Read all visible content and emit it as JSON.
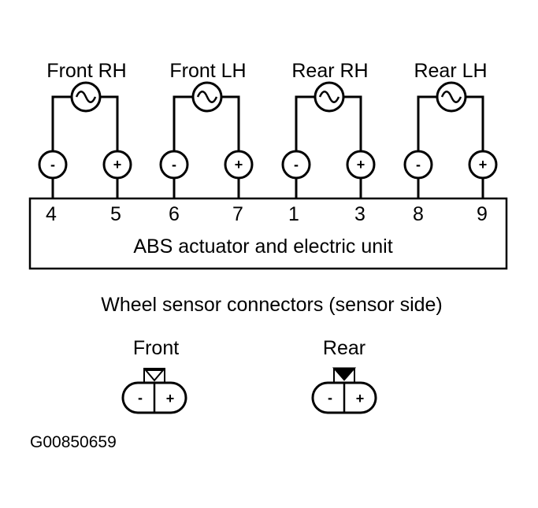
{
  "sensors": [
    {
      "label": "Front RH",
      "minus": "-",
      "plus": "+",
      "pin_minus": "4",
      "pin_plus": "5"
    },
    {
      "label": "Front LH",
      "minus": "-",
      "plus": "+",
      "pin_minus": "6",
      "pin_plus": "7"
    },
    {
      "label": "Rear RH",
      "minus": "-",
      "plus": "+",
      "pin_minus": "1",
      "pin_plus": "3"
    },
    {
      "label": "Rear LH",
      "minus": "-",
      "plus": "+",
      "pin_minus": "8",
      "pin_plus": "9"
    }
  ],
  "unit_label": "ABS actuator and electric unit",
  "connectors_title": "Wheel sensor connectors (sensor side)",
  "connectors": [
    {
      "label": "Front",
      "minus": "-",
      "plus": "+"
    },
    {
      "label": "Rear",
      "minus": "-",
      "plus": "+"
    }
  ],
  "figure_id": "G00850659",
  "colors": {
    "line": "#000000",
    "background": "#ffffff"
  }
}
